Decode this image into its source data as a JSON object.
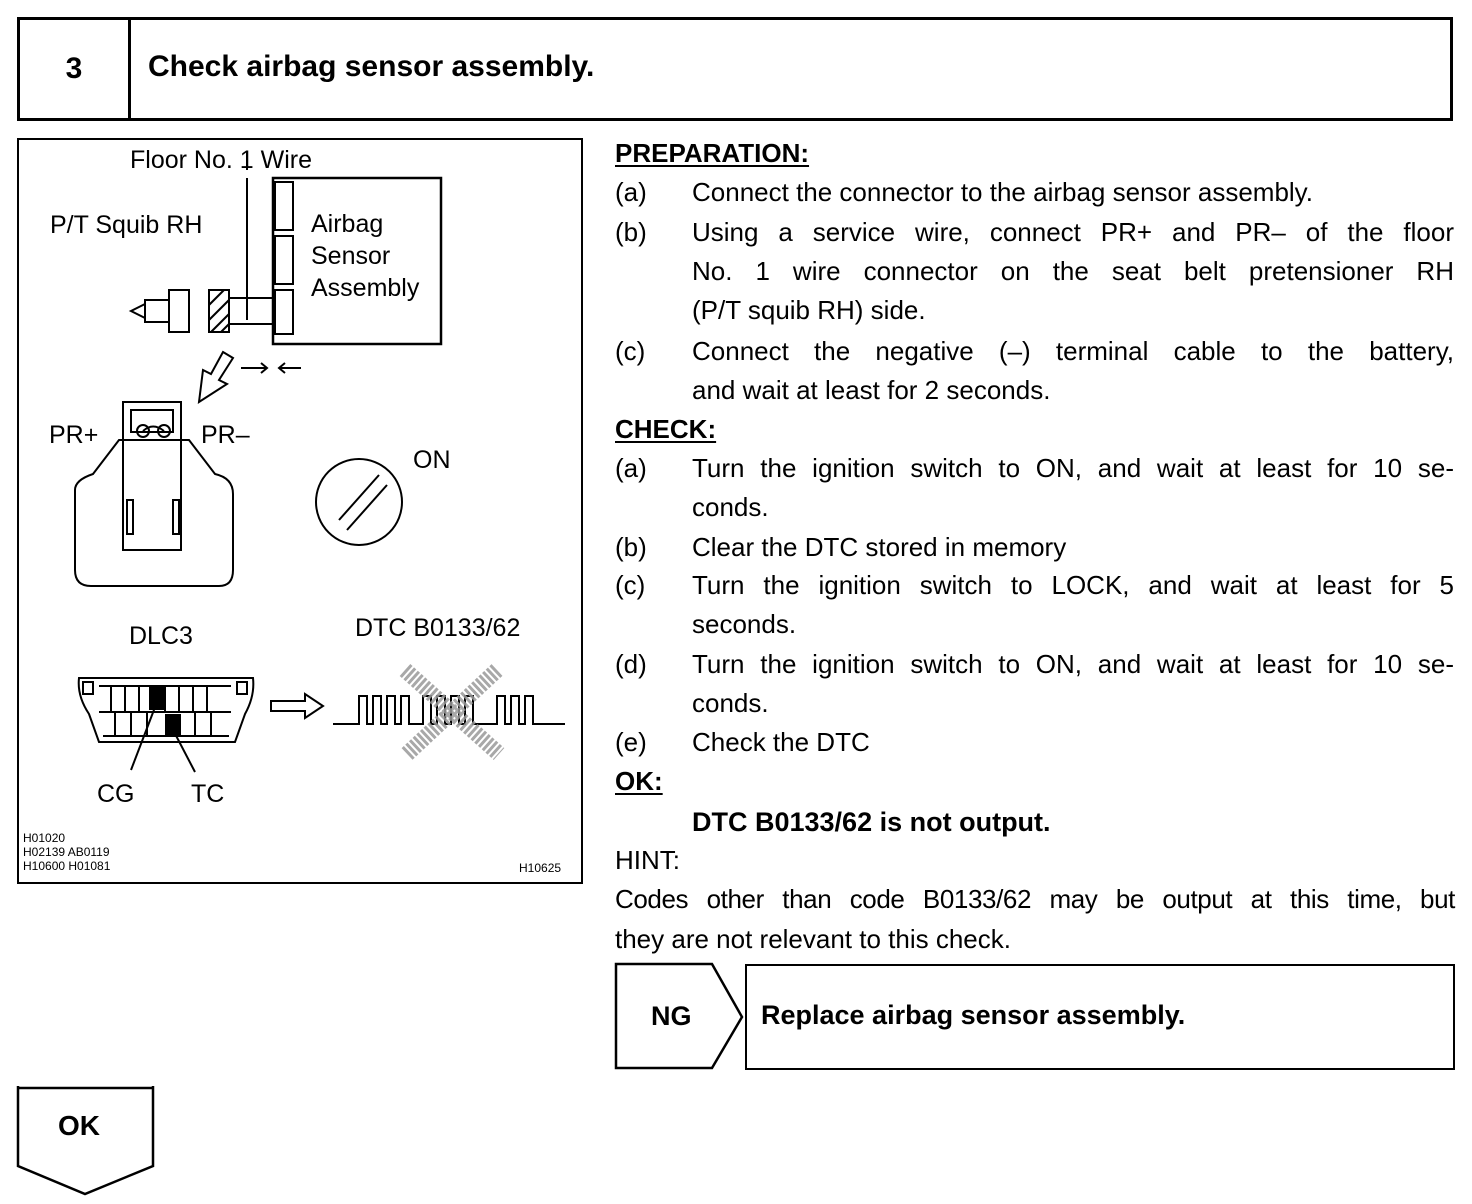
{
  "step": {
    "number": "3",
    "title": "Check airbag sensor assembly."
  },
  "figure": {
    "labels": {
      "floor_wire": "Floor No. 1 Wire",
      "squib": "P/T Squib RH",
      "sensor_line1": "Airbag",
      "sensor_line2": "Sensor",
      "sensor_line3": "Assembly",
      "arrows": "→←",
      "pr_plus": "PR+",
      "pr_minus": "PR–",
      "on": "ON",
      "dlc3": "DLC3",
      "dtc": "DTC B0133/62",
      "cg": "CG",
      "tc": "TC"
    },
    "codes": {
      "line1": "H01020",
      "line2": "H02139  AB0119",
      "line3": "H10600  H01081",
      "ref": "H10625"
    }
  },
  "preparation": {
    "heading": "PREPARATION:",
    "items": [
      {
        "letter": "(a)",
        "lines": [
          "Connect the connector to the airbag sensor assembly."
        ]
      },
      {
        "letter": "(b)",
        "lines": [
          "Using a service wire, connect PR+ and PR– of the floor",
          "No. 1 wire connector on the seat belt pretensioner RH",
          "(P/T squib RH) side."
        ]
      },
      {
        "letter": "(c)",
        "lines": [
          "Connect the negative (–) terminal cable to the battery,",
          "and wait at least for 2 seconds."
        ]
      }
    ]
  },
  "check": {
    "heading": "CHECK:",
    "items": [
      {
        "letter": "(a)",
        "lines": [
          "Turn the ignition switch to ON, and wait at least for 10 se-",
          "conds."
        ]
      },
      {
        "letter": "(b)",
        "lines": [
          "Clear the DTC stored in memory"
        ]
      },
      {
        "letter": "(c)",
        "lines": [
          "Turn the ignition switch to LOCK, and wait at least for 5",
          "seconds."
        ]
      },
      {
        "letter": "(d)",
        "lines": [
          "Turn the ignition switch to ON, and wait at least for 10 se-",
          "conds."
        ]
      },
      {
        "letter": "(e)",
        "lines": [
          "Check the DTC"
        ]
      }
    ]
  },
  "ok_result": {
    "heading": "OK:",
    "text": "DTC B0133/62 is not output."
  },
  "hint": {
    "heading": "HINT:",
    "line1": "Codes other than code B0133/62 may be output at this time, but",
    "line2": "they are not relevant to this check."
  },
  "ng": {
    "label": "NG",
    "action": "Replace airbag sensor assembly."
  },
  "ok_branch": {
    "label": "OK"
  }
}
